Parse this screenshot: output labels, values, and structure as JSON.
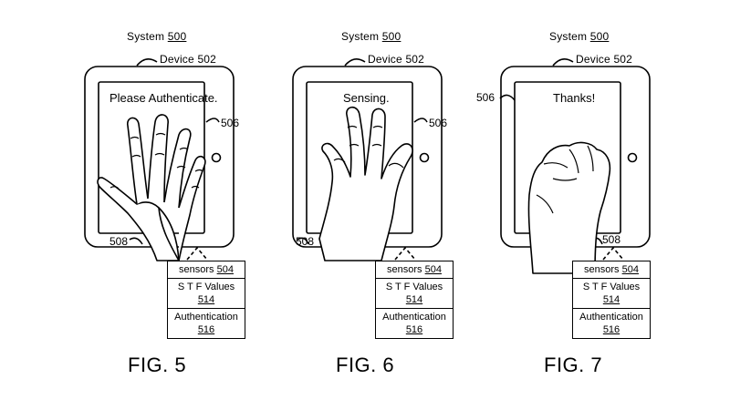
{
  "figures": [
    {
      "system_label": "System",
      "system_ref": "500",
      "device_label": "Device",
      "device_ref": "502",
      "screen_text": "Please Authenticate.",
      "screen_ref": "506",
      "edge_ref": "508",
      "sensors_label": "sensors",
      "sensors_ref": "504",
      "stf_label": "S T F Values",
      "stf_ref": "514",
      "auth_label": "Authentication",
      "auth_ref": "516",
      "figure_label": "FIG. 5"
    },
    {
      "system_label": "System",
      "system_ref": "500",
      "device_label": "Device",
      "device_ref": "502",
      "screen_text": "Sensing.",
      "screen_ref": "506",
      "edge_ref": "508",
      "sensors_label": "sensors",
      "sensors_ref": "504",
      "stf_label": "S T F Values",
      "stf_ref": "514",
      "auth_label": "Authentication",
      "auth_ref": "516",
      "figure_label": "FIG. 6"
    },
    {
      "system_label": "System",
      "system_ref": "500",
      "device_label": "Device",
      "device_ref": "502",
      "screen_text": "Thanks!",
      "screen_ref": "506",
      "edge_ref": "508",
      "sensors_label": "sensors",
      "sensors_ref": "504",
      "stf_label": "S T F Values",
      "stf_ref": "514",
      "auth_label": "Authentication",
      "auth_ref": "516",
      "figure_label": "FIG. 7"
    }
  ],
  "hand_poses": [
    "open-hand-spread",
    "hand-three-fingers",
    "closed-fist"
  ]
}
